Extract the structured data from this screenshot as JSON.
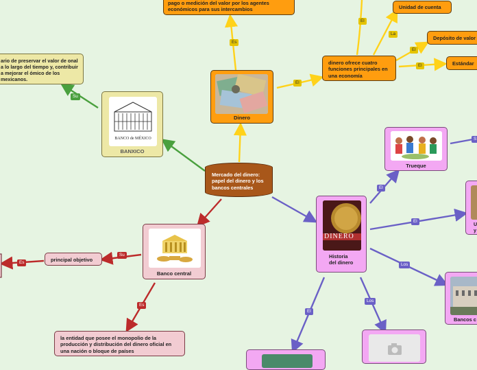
{
  "central": {
    "text": "Mercado del dinero: papel del dinero y los bancos centrales"
  },
  "nodes": {
    "dinero": {
      "label": "Dinero"
    },
    "top_text": {
      "text": "pago o medición del valor por los agentes económicos para sus intercambios"
    },
    "funciones": {
      "text": "dinero ofrece cuatro funciones principales en una economía"
    },
    "unidad": {
      "text": "Unidad de cuenta"
    },
    "deposito": {
      "text": "Depósito de valor"
    },
    "estandar": {
      "text": "Estándar"
    },
    "banxico": {
      "label": "BANXICO",
      "logo_text": "BANCO de MÉXICO"
    },
    "banxico_text": {
      "text": "ario de preservar el valor de onal a lo largo del tiempo y, contribuir a mejorar el ómico de los mexicanos."
    },
    "historia": {
      "label": "Historia del dinero",
      "cover_title": "DINERO"
    },
    "trueque": {
      "label": "Trueque"
    },
    "partial_right": {
      "text": "U y"
    },
    "bancos_c": {
      "label": "Bancos c"
    },
    "banco_central": {
      "label": "Banco central"
    },
    "principal": {
      "text": "principal objetivo"
    },
    "entidad": {
      "text": "la entidad que posee el monopolio de la producción y distribución del dinero oficial en una nación o bloque de países"
    }
  },
  "links": {
    "es_top": "Es",
    "el_funciones": "El",
    "el_top": "El",
    "la_unidad": "La",
    "el_deposito": "El",
    "el_estandar": "El",
    "su_banxico": "Su",
    "el_trueque": "El",
    "s_trueque": "S",
    "el_right": "El",
    "los_bancos": "Los",
    "el_bottom": "El",
    "los_bottom": "Los",
    "su_central": "Su",
    "es_left": "Es",
    "es_central": "Es"
  },
  "colors": {
    "yellow_link": "#ffd21a",
    "green_link": "#4aa03e",
    "purple_link": "#6a60c6",
    "red_link": "#bc2b2b",
    "central_fill": "#a8571a",
    "orange_node": "#ff9d0f",
    "purple_node": "#f3a8f3",
    "pink_node": "#f2ccd2",
    "cream_node": "#ede8a6",
    "background": "#e6f4e2"
  }
}
